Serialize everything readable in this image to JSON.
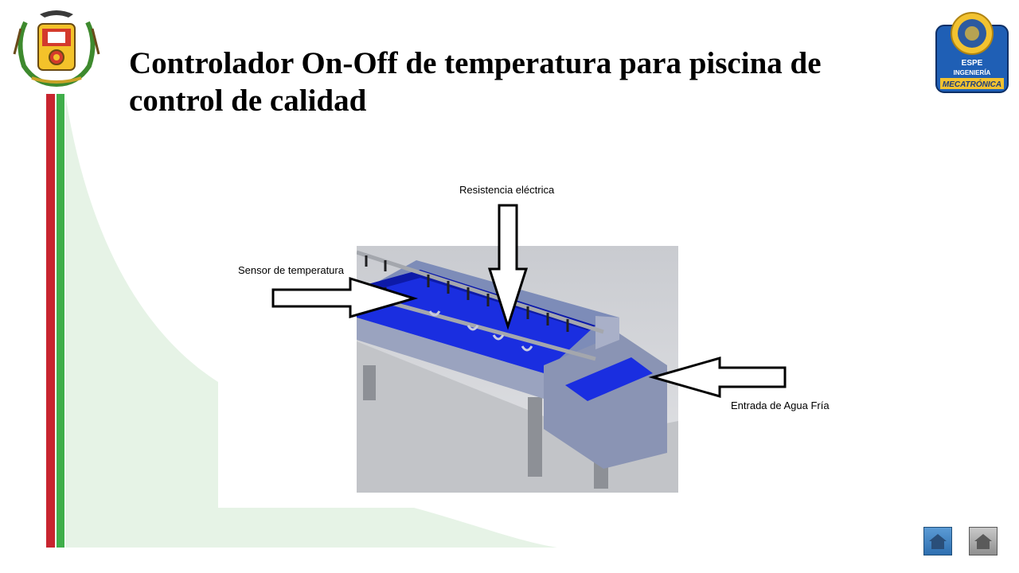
{
  "slide": {
    "title": "Controlador On-Off de temperatura para piscina de control de calidad"
  },
  "logos": {
    "left_crest": "university-crest",
    "right_badge": {
      "line1": "ESPE",
      "line2": "INGENIERÍA",
      "line3": "MECATRÓNICA"
    }
  },
  "figure": {
    "labels": {
      "heater": "Resistencia eléctrica",
      "sensor": "Sensor de temperatura",
      "inlet": "Entrada de Agua Fría"
    }
  },
  "navigation": {
    "home_icon": "home-icon",
    "home_alt_icon": "home-icon"
  },
  "colors": {
    "stripe_red": "#c8242f",
    "stripe_green": "#3fae4a",
    "background_curve": "#e3f2e3",
    "water_blue": "#1a2ee0",
    "badge_blue": "#1f5fb5",
    "badge_gold": "#f2c230"
  }
}
